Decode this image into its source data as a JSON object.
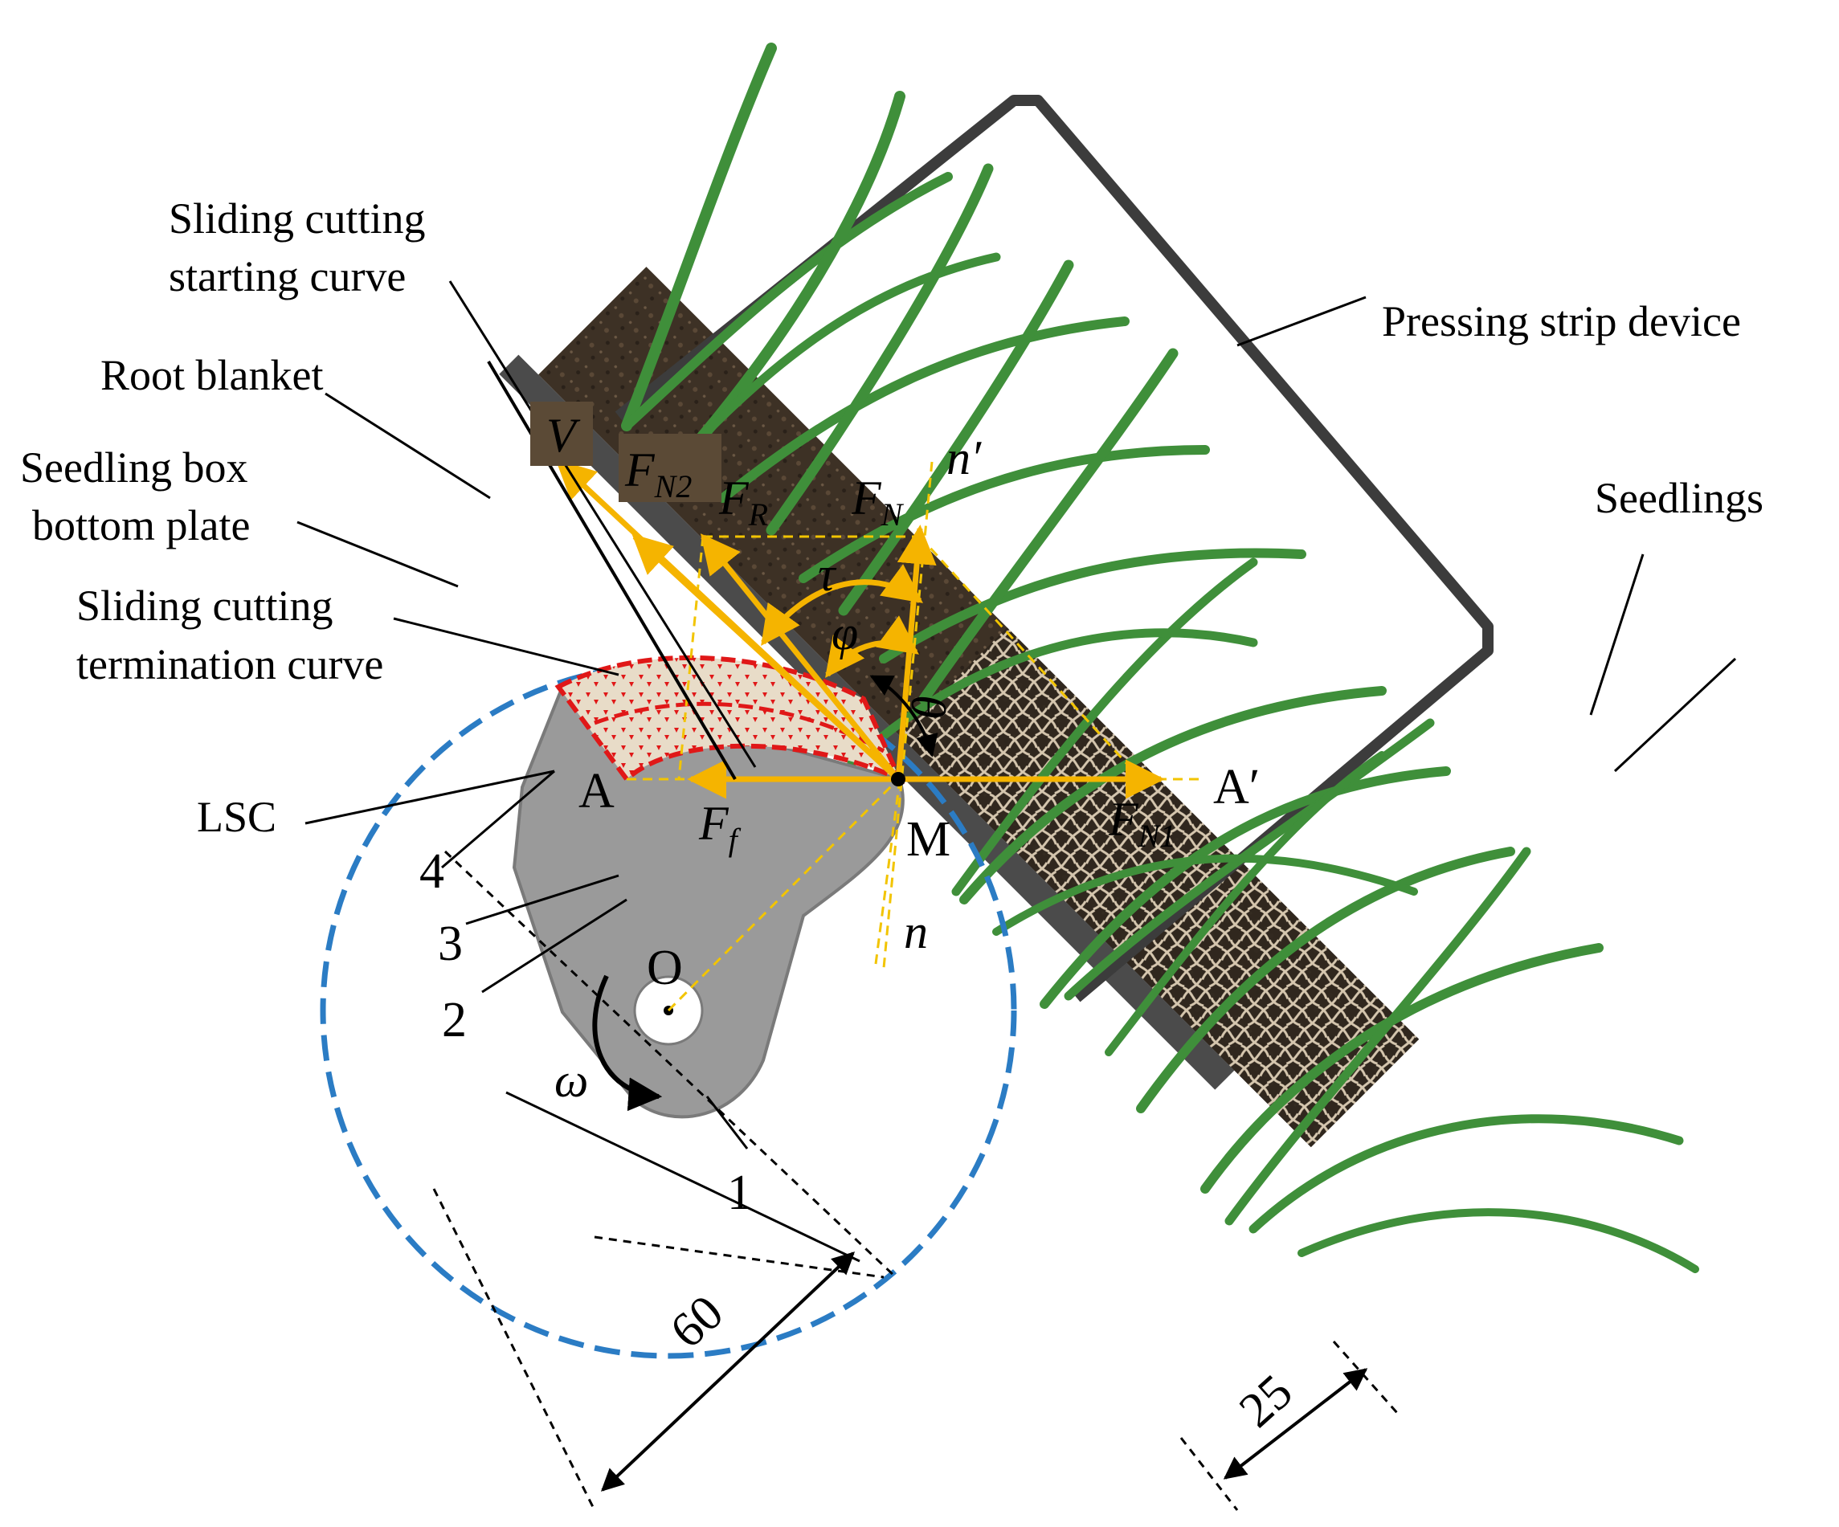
{
  "labels": {
    "sliding_start_1": "Sliding cutting",
    "sliding_start_2": "starting curve",
    "root_blanket": "Root blanket",
    "box_plate_1": "Seedling box",
    "box_plate_2": "bottom plate",
    "sliding_term_1": "Sliding cutting",
    "sliding_term_2": "termination curve",
    "lsc": "LSC",
    "pressing_strip": "Pressing strip device",
    "seedlings": "Seedlings"
  },
  "symbols": {
    "V": "V",
    "F": "F",
    "FN2_sub": "N2",
    "FR_sub": "R",
    "FN_sub": "N",
    "Ff_sub": "f",
    "FN1_sub": "N1",
    "n_prime": "n′",
    "n": "n",
    "tau": "τ",
    "phi": "φ",
    "theta": "θ",
    "A": "A",
    "A_prime": "A′",
    "M": "M",
    "O": "O",
    "omega": "ω"
  },
  "part_numbers": [
    "1",
    "2",
    "3",
    "4"
  ],
  "dimensions": {
    "radius": "60",
    "thickness": "25"
  },
  "colors": {
    "force_arrow": "#f5b400",
    "helper_dash": "#f2c400",
    "trajectory_circle": "#2b7cc4",
    "cutting_zone": "#e01818",
    "blade": "#9a9a9a",
    "plate": "#4b4b4b",
    "soil": "#3d3125",
    "roots": "#e6d6bd",
    "leaf": "#3f8f3a",
    "frame": "#3c3c3c"
  }
}
